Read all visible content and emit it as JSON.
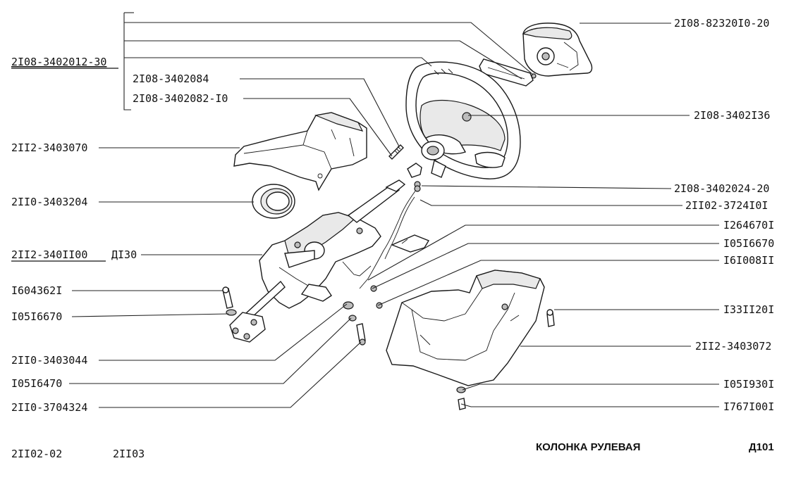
{
  "labels_left": {
    "assembly_wheel": "2I08-3402012-30",
    "spring": "2I08-3402084",
    "pin": "2I08-3402082-I0",
    "upper_shroud": "2II2-3403070",
    "ring": "2II0-3403204",
    "column_assembly": "2II2-340II00",
    "column_suffix": "ДI30",
    "bolt": "I604362I",
    "washer_1": "I05I6670",
    "nut_1": "2II0-3403044",
    "washer_2": "I05I6470",
    "screw": "2II0-3704324"
  },
  "labels_right": {
    "airbag": "2I08-82320I0-20",
    "nut_wheel": "2I08-3402I36",
    "bushing": "2I08-3402024-20",
    "wire": "2II02-3724I0I",
    "part_a": "I264670I",
    "part_b": "I05I6670",
    "part_c": "I6I008II",
    "screw_b": "I33II20I",
    "lower_shroud": "2II2-3403072",
    "washer_c": "I05I930I",
    "screw_c": "I767I00I"
  },
  "footer": {
    "model_1": "2II02-02",
    "model_2": "2II03",
    "title": "КОЛОНКА РУЛЕВАЯ",
    "page_code": "Д101"
  }
}
